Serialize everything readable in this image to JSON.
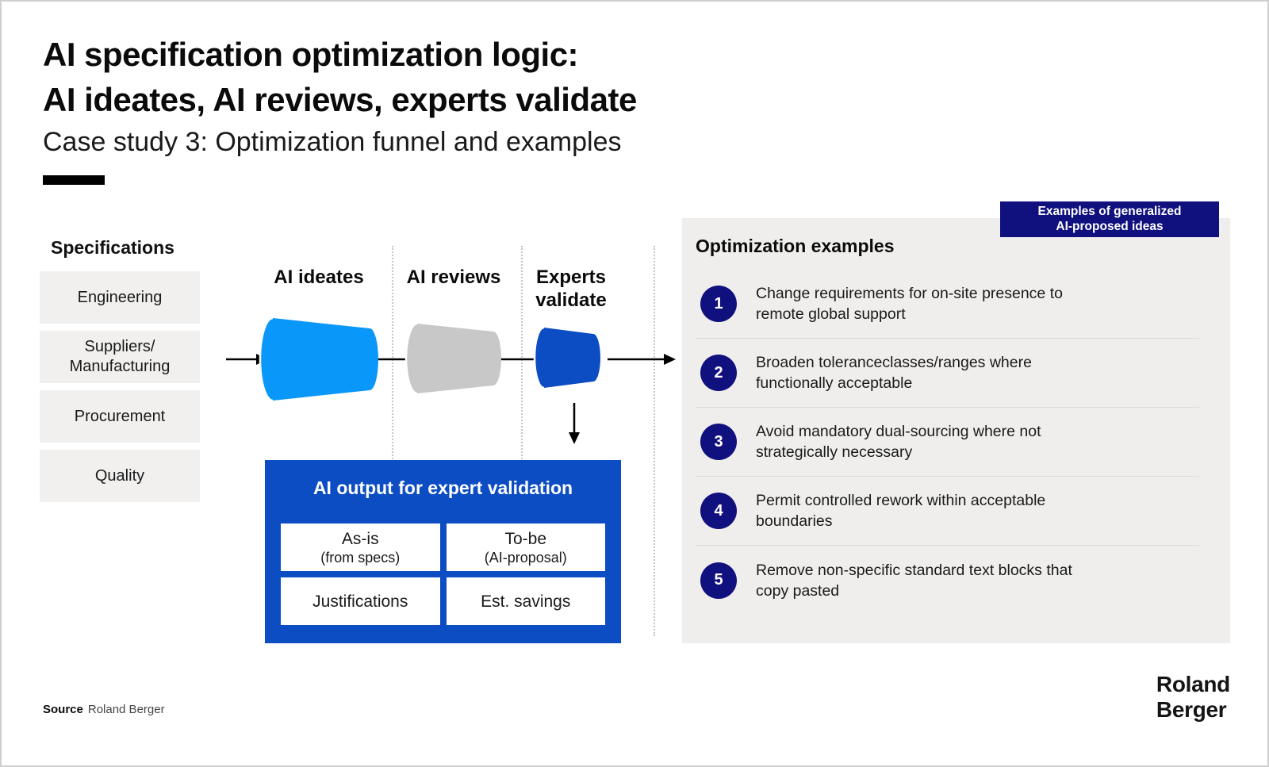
{
  "header": {
    "title_line1": "AI specification optimization logic:",
    "title_line2": "AI ideates, AI reviews, experts validate",
    "subtitle": "Case study 3: Optimization funnel and examples"
  },
  "specifications": {
    "heading": "Specifications",
    "items": [
      {
        "label": "Engineering"
      },
      {
        "label": "Suppliers/\nManufacturing"
      },
      {
        "label": "Procurement"
      },
      {
        "label": "Quality"
      }
    ]
  },
  "funnel": {
    "stages": [
      {
        "label": "AI ideates",
        "color": "#0997FA"
      },
      {
        "label": "AI reviews",
        "color": "#C9C8C8"
      },
      {
        "label": "Experts validate",
        "color": "#0C4DC3"
      }
    ]
  },
  "output_box": {
    "title": "AI output for expert validation",
    "color": "#0C4DC3",
    "cells": [
      {
        "line1": "As-is",
        "line2": "(from specs)"
      },
      {
        "line1": "To-be",
        "line2": "(AI-proposal)"
      },
      {
        "line1": "Justifications",
        "line2": ""
      },
      {
        "line1": "Est. savings",
        "line2": ""
      }
    ]
  },
  "examples_panel": {
    "badge": "Examples of generalized\nAI-proposed ideas",
    "heading": "Optimization examples",
    "badge_color": "#10107E",
    "panel_color": "#EFEEEC",
    "items": [
      {
        "number": "1",
        "text": "Change requirements for on-site presence to\nremote global support"
      },
      {
        "number": "2",
        "text": "Broaden toleranceclasses/ranges where\nfunctionally acceptable"
      },
      {
        "number": "3",
        "text": "Avoid mandatory dual-sourcing where not\nstrategically necessary"
      },
      {
        "number": "4",
        "text": "Permit controlled rework within acceptable\nboundaries"
      },
      {
        "number": "5",
        "text": "Remove non-specific standard text blocks that\ncopy pasted"
      }
    ]
  },
  "footer": {
    "source_label": "Source",
    "source_value": "Roland Berger",
    "logo": "Roland\nBerger"
  }
}
